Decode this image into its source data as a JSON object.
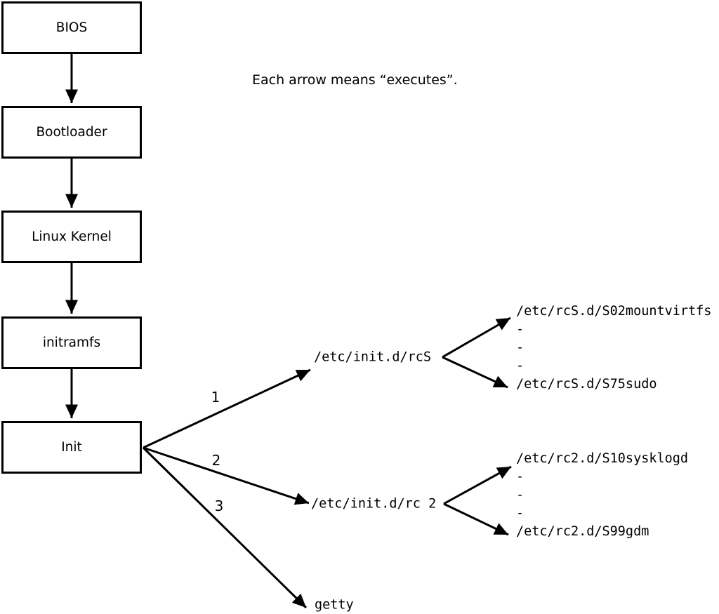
{
  "note": "Each arrow means “executes”.",
  "nodes": {
    "bios": "BIOS",
    "bootloader": "Bootloader",
    "kernel": "Linux Kernel",
    "initramfs": "initramfs",
    "init": "Init"
  },
  "arrow_labels": {
    "first": "1",
    "second": "2",
    "third": "3"
  },
  "targets": {
    "rcs": "/etc/init.d/rcS",
    "rc2": "/etc/init.d/rc 2",
    "getty": "getty"
  },
  "rcs_scripts": {
    "lines": [
      "/etc/rcS.d/S02mountvirtfs",
      "-",
      "-",
      "-",
      "/etc/rcS.d/S75sudo"
    ]
  },
  "rc2_scripts": {
    "lines": [
      "/etc/rc2.d/S10sysklogd",
      "-",
      "-",
      "-",
      "/etc/rc2.d/S99gdm"
    ]
  },
  "colors": {
    "ink": "#000000",
    "background": "#ffffff"
  }
}
